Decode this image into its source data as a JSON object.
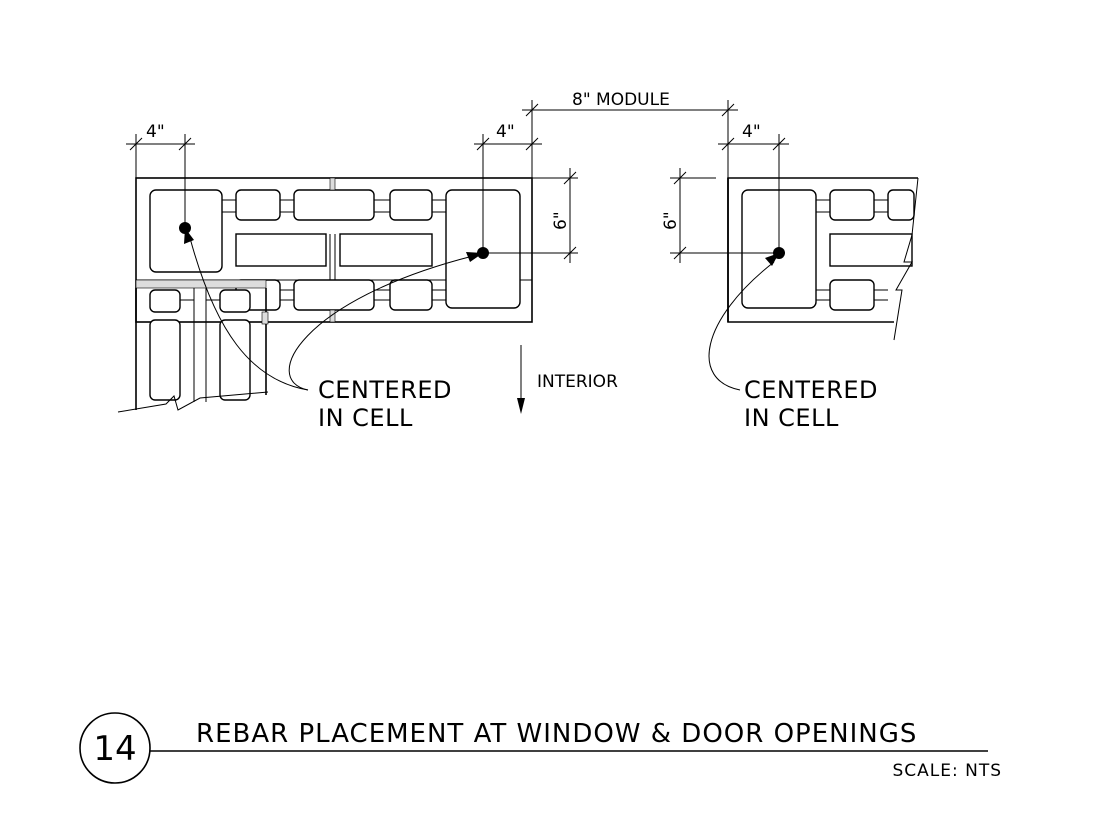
{
  "detail": {
    "number": "14",
    "title": "REBAR PLACEMENT AT WINDOW & DOOR OPENINGS",
    "scale": "SCALE: NTS"
  },
  "dimensions": {
    "module": "8\" MODULE",
    "left_end": "4\"",
    "mid_end": "4\"",
    "right_end": "4\"",
    "left_depth": "6\"",
    "right_depth": "6\""
  },
  "labels": {
    "left_line1": "CENTERED",
    "left_line2": "IN CELL",
    "right_line1": "CENTERED",
    "right_line2": "IN CELL",
    "interior": "INTERIOR"
  }
}
